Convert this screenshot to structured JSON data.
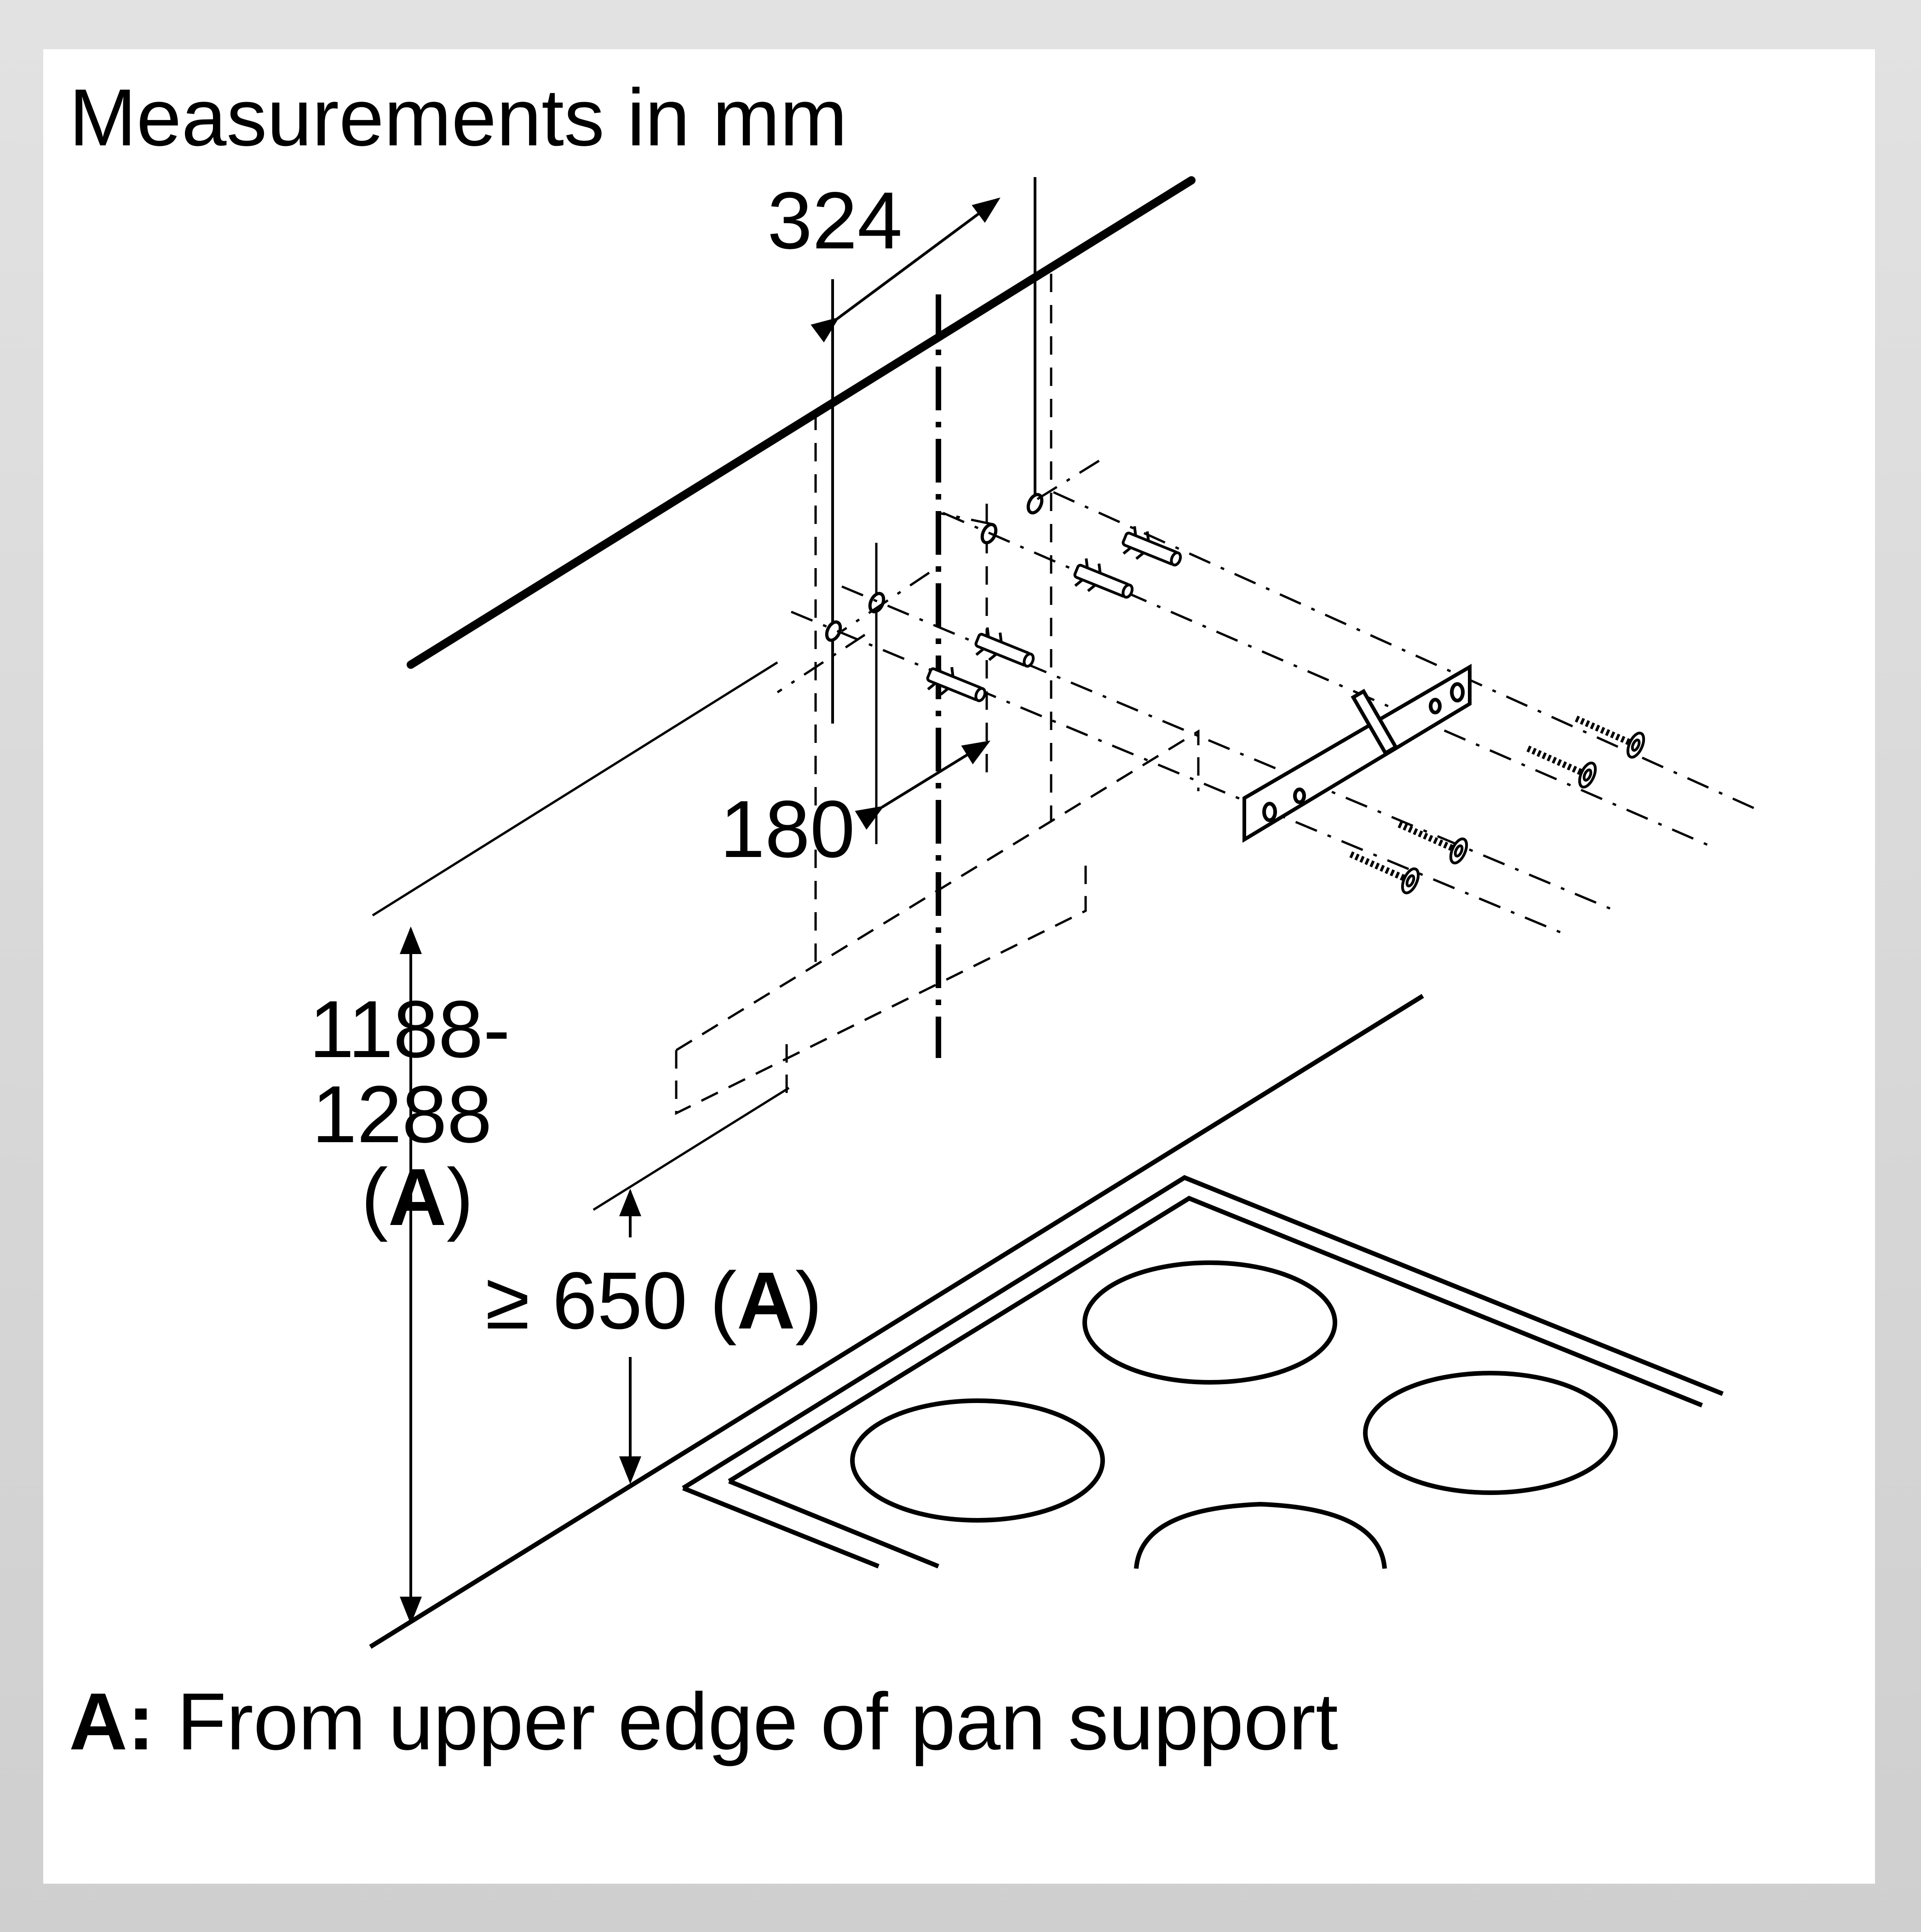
{
  "title": "Measurements in mm",
  "dims": {
    "width": "324",
    "spacing": "180",
    "height_line1": "1188-",
    "height_line2": "1288",
    "height_ref_open": "(",
    "height_ref_letter": "A",
    "height_ref_close": ")",
    "min_prefix": "≥ 650 (",
    "min_letter": "A",
    "min_close": ")"
  },
  "legend": {
    "key": "A:",
    "text": " From upper edge of pan support"
  },
  "colors": {
    "line": "#000000",
    "background": "#ffffff",
    "frame": "#d6d6d6"
  }
}
